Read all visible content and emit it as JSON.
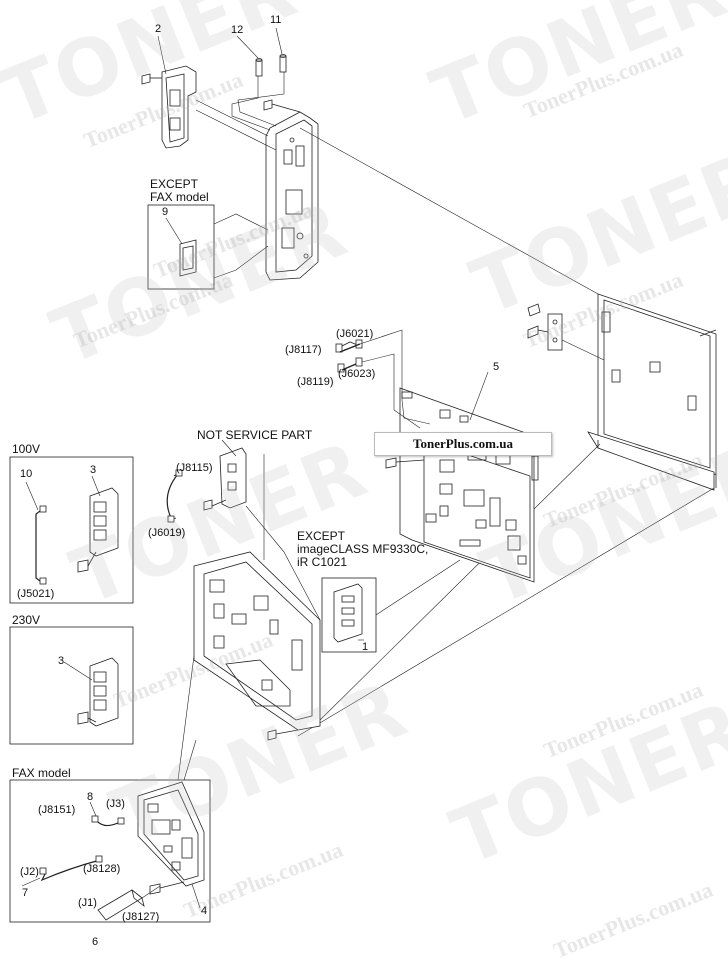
{
  "watermark": {
    "logo_text": "TONER",
    "url_text": "TonerPlus.com.ua"
  },
  "banner": "TonerPlus.com.ua",
  "notes": {
    "except_fax": "EXCEPT\nFAX model",
    "except_fax_l1": "EXCEPT",
    "except_fax_l2": "FAX model",
    "not_service": "NOT SERVICE PART",
    "except_mf_l1": "EXCEPT",
    "except_mf_l2": "imageCLASS MF9330C,",
    "except_mf_l3": "iR C1021"
  },
  "groups": {
    "v100": "100V",
    "v230": "230V",
    "fax": "FAX model"
  },
  "parts": {
    "p1": "1",
    "p2": "2",
    "p3a": "3",
    "p3b": "3",
    "p4": "4",
    "p5": "5",
    "p6": "6",
    "p7": "7",
    "p8": "8",
    "p9": "9",
    "p10": "10",
    "p11": "11",
    "p12": "12"
  },
  "connectors": {
    "j6021": "(J6021)",
    "j8117": "(J8117)",
    "j6023": "(J6023)",
    "j8119": "(J8119)",
    "j8115": "(J8115)",
    "j6019": "(J6019)",
    "j5021": "(J5021)",
    "j8151": "(J8151)",
    "j3": "(J3)",
    "j2": "(J2)",
    "j8128": "(J8128)",
    "j1": "(J1)",
    "j8127": "(J8127)"
  }
}
